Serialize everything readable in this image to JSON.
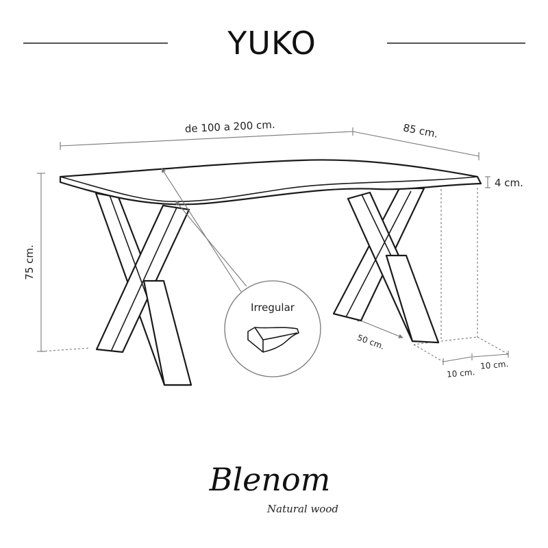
{
  "title": "YUKO",
  "dimensions": {
    "length": "de 100 a 200 cm.",
    "width": "85 cm.",
    "thickness": "4 cm.",
    "height": "75 cm.",
    "leg_spread": "50 cm.",
    "leg_inset_a": "10 cm.",
    "leg_inset_b": "10 cm."
  },
  "callout": {
    "label": "Irregular"
  },
  "brand": {
    "name": "Blenom",
    "tagline": "Natural wood"
  },
  "colors": {
    "line": "#1a1a1a",
    "dimension": "#777777",
    "background": "#ffffff"
  }
}
